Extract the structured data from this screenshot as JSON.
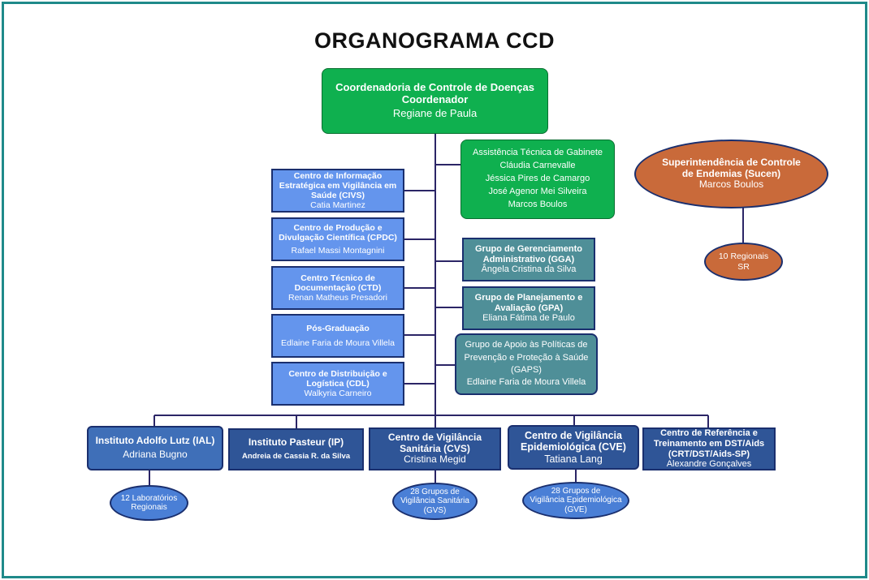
{
  "title": "ORGANOGRAMA CCD",
  "top": {
    "line1": "Coordenadoria de Controle de Doenças",
    "line2": "Coordenador",
    "name": "Regiane de Paula"
  },
  "assist": {
    "line1": "Assistência Técnica de Gabinete",
    "names": [
      "Cláudia Carnevalle",
      "Jéssica Pires de Camargo",
      "José Agenor Mei Silveira",
      "Marcos Boulos"
    ]
  },
  "sucen": {
    "line1": "Superintendência de Controle",
    "line2": "de Endemias (Sucen)",
    "name": "Marcos Boulos"
  },
  "sucen_sub": {
    "line1": "10 Regionais",
    "line2": "SR"
  },
  "left": [
    {
      "title": "Centro de Informação Estratégica em Vigilância em Saúde (CIVS)",
      "name": "Catia Martinez"
    },
    {
      "title": "Centro de Produção e Divulgação Científica (CPDC)",
      "name": "Rafael Massi Montagnini"
    },
    {
      "title": "Centro Técnico de Documentação (CTD)",
      "name": "Renan Matheus Presadori"
    },
    {
      "title": "Pós-Graduação",
      "name": "Edlaine Faria de Moura Villela"
    },
    {
      "title": "Centro de Distribuição e Logística (CDL)",
      "name": "Walkyria Carneiro"
    }
  ],
  "right": [
    {
      "title": "Grupo de Gerenciamento Administrativo (GGA)",
      "name": "Ângela Cristina da Silva"
    },
    {
      "title": "Grupo de Planejamento e Avaliação (GPA)",
      "name": "Eliana Fátima de Paulo"
    },
    {
      "title": "Grupo de Apoio às Políticas de Prevenção e Proteção à Saúde (GAPS)",
      "name": "Edlaine Faria de Moura Villela"
    }
  ],
  "bottom": [
    {
      "title": "Instituto Adolfo Lutz (IAL)",
      "name": "Adriana Bugno"
    },
    {
      "title": "Instituto Pasteur (IP)",
      "name": "Andreia de Cassia R. da Silva"
    },
    {
      "title": "Centro de Vigilância Sanitária (CVS)",
      "name": "Cristina Megid"
    },
    {
      "title": "Centro de Vigilância Epidemiológica (CVE)",
      "name": "Tatiana Lang"
    },
    {
      "title": "Centro de Referência e Treinamento em DST/Aids (CRT/DST/Aids-SP)",
      "name": "Alexandre Gonçalves"
    }
  ],
  "subs": [
    {
      "line1": "12 Laboratórios",
      "line2": "Regionais"
    },
    {
      "line1": "28 Grupos de",
      "line2": "Vigilância Sanitária",
      "line3": "(GVS)"
    },
    {
      "line1": "28 Grupos de",
      "line2": "Vigilância Epidemiológica",
      "line3": "(GVE)"
    }
  ],
  "colors": {
    "frame": "#1f8a8a",
    "line": "#2b2566",
    "green": "#0fb04f",
    "orange": "#c96a3a"
  }
}
